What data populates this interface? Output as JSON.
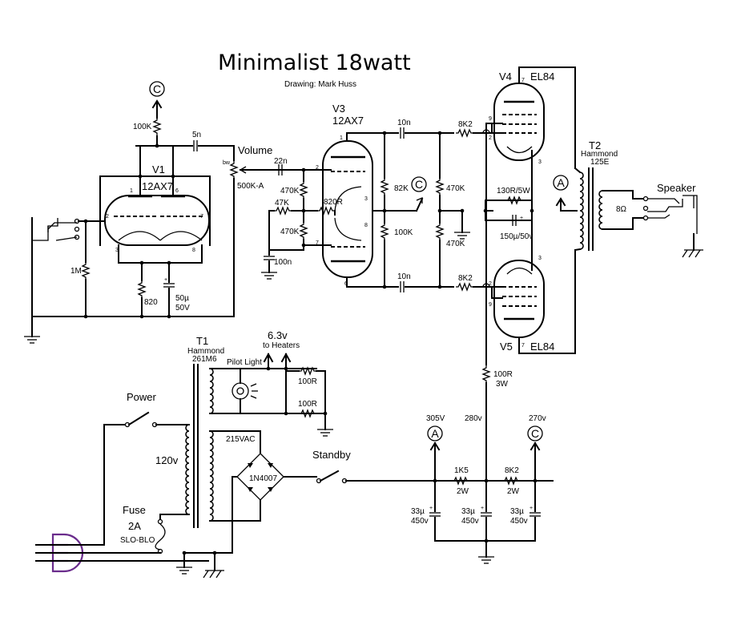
{
  "title": "Minimalist 18watt",
  "credit": "Drawing: Mark Huss",
  "tubes": {
    "v1": {
      "ref": "V1",
      "type": "12AX7"
    },
    "v3": {
      "ref": "V3",
      "type": "12AX7"
    },
    "v4": {
      "ref": "V4",
      "type": "EL84"
    },
    "v5": {
      "ref": "V5",
      "type": "EL84"
    }
  },
  "pins": {
    "p1": "1",
    "p2": "2",
    "p3": "3",
    "p6": "6",
    "p7": "7",
    "p8": "8",
    "p9": "9"
  },
  "components": {
    "r_100k_top": "100K",
    "c_5n": "5n",
    "volume_label": "Volume",
    "volume_value": "500K-A",
    "volume_bw": "bw",
    "c_22n": "22n",
    "r_1m": "1M",
    "r_820": "820",
    "c_50u": "50µ",
    "c_50v": "50V",
    "r_470k_a": "470K",
    "r_47k": "47K",
    "r_470k_b": "470K",
    "c_100n": "100n",
    "r_820r": "820R",
    "r_82k": "82K",
    "r_100k_mid": "100K",
    "c_10n_top": "10n",
    "c_10n_bot": "10n",
    "r_470k_c": "470K",
    "r_470k_d": "470K",
    "r_8k2_top": "8K2",
    "r_8k2_bot": "8K2",
    "r_130r": "130R/5W",
    "c_150u": "150µ/50v",
    "r_100r_3w_a": "100R",
    "r_100r_3w_b": "3W",
    "r_100r_a": "100R",
    "r_100r_b": "100R",
    "pilot": "Pilot Light",
    "heater_v": "6.3v",
    "heater_to": "to Heaters",
    "hv_ac": "215VAC",
    "bridge": "1N4007",
    "standby": "Standby",
    "power": "Power",
    "mains": "120v",
    "fuse": "Fuse",
    "fuse_a": "2A",
    "fuse_type": "SLO-BLO",
    "r_1k5": "1K5",
    "r_1k5_w": "2W",
    "r_8k2_psu": "8K2",
    "r_8k2_psu_w": "2W",
    "cap_33u": "33µ",
    "cap_450v": "450v",
    "v305": "305V",
    "v280": "280v",
    "v270": "270v",
    "speaker": "Speaker",
    "ohm": "8Ω",
    "plus": "+"
  },
  "transformers": {
    "t1": {
      "ref": "T1",
      "make": "Hammond",
      "model": "261M6"
    },
    "t2": {
      "ref": "T2",
      "make": "Hammond",
      "model": "125E"
    }
  },
  "markers": {
    "a": "A",
    "c": "C"
  }
}
